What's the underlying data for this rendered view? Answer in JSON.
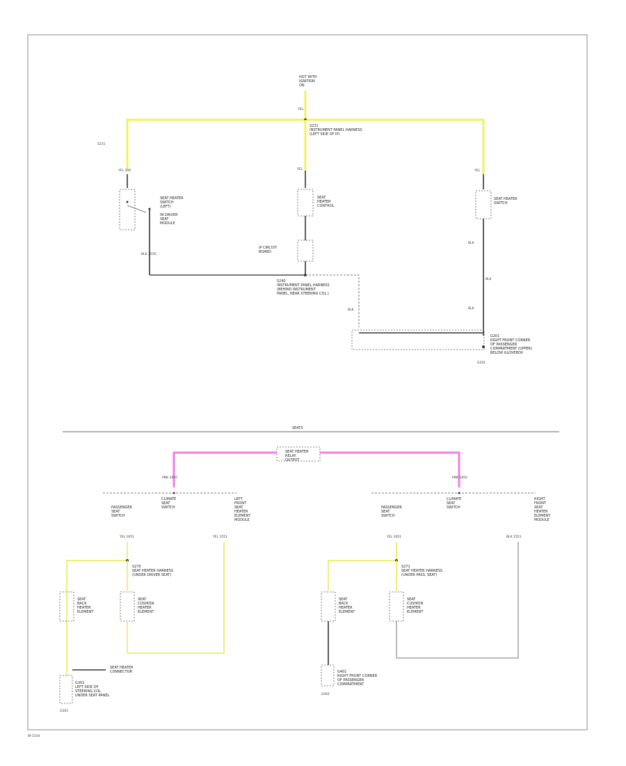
{
  "diagram": {
    "hot_source_label": "HOT WITH\nIGNITION\nON",
    "top_splice_label": "S231\nINSTRUMENT PANEL HARNESS\n(LEFT SIDE OF IP)",
    "left_switch_label": "SEAT HEATER\nSWITCH\n(LEFT)",
    "left_switch_desc": "IN DRIVER\nSEAT\nMODULE",
    "center_switch_label": "SEAT\nHEATER\nCONTROL",
    "center_module_label": "IP CIRCUIT\nBOARD",
    "right_switch_label": "SEAT HEATER\nSWITCH",
    "ground_splice_label": "S240\nINSTRUMENT PANEL HARNESS\n(BEHIND INSTRUMENT\nPANEL, NEAR STEERING COL.)",
    "ground_label": "G201\nRIGHT FRONT CORNER\nOF PASSENGER\nCOMPARTMENT (UPPER)\nBELOW GLOVEBOX",
    "ground_code": "G201",
    "section_divider_label": "SEATS",
    "bottom_source_label": "SEAT HEATER\nRELAY\nOUTPUT",
    "lower_left_switch": "PASSENGER\nSEAT\nSWITCH",
    "lower_left_control": "CLIMATE\nSEAT\nSWITCH",
    "lower_left_desc": "LEFT\nFRONT\nSEAT\nHEATER\nELEMENT\nMODULE",
    "lower_left_splice": "S270\nSEAT HEATER HARNESS\n(UNDER DRIVER SEAT)",
    "lower_left_heater_back": "SEAT\nBACK\nHEATER\nELEMENT",
    "lower_left_heater_cushion": "SEAT\nCUSHION\nHEATER\nELEMENT",
    "lower_left_ground": "G302\nLEFT SIDE OF\nSTEERING COL.\nUNDER SEAT PANEL",
    "lower_left_ground_code": "G302",
    "lower_left_connector": "SEAT HEATER\nCONNECTOR",
    "lower_right_switch": "PASSENGER\nSEAT\nSWITCH",
    "lower_right_control": "CLIMATE\nSEAT\nSWITCH",
    "lower_right_desc": "RIGHT\nFRONT\nSEAT\nHEATER\nELEMENT\nMODULE",
    "lower_right_splice": "S271\nSEAT HEATER HARNESS\n(UNDER PASS. SEAT)",
    "lower_right_heater_back": "SEAT\nBACK\nHEATER\nELEMENT",
    "lower_right_heater_cushion": "SEAT\nCUSHION\nHEATER\nELEMENT",
    "lower_right_ground": "G401\nRIGHT FRONT CORNER\nOF PASSENGER\nCOMPARTMENT",
    "lower_right_ground_code": "G401",
    "page_code": "W-1234",
    "wire_labels": {
      "top_feed": "YEL",
      "left_feed": "YEL 300",
      "center_feed": "YEL",
      "right_feed": "YEL",
      "left_ret": "BLK 1550",
      "right_ret": "BLK",
      "gnd_mid": "BLK",
      "pink_left": "PNK 1650",
      "pink_right": "PNK 1650",
      "ll_a": "YEL 1651",
      "ll_b": "YEL 1551",
      "lr_a": "YEL 1651",
      "lr_b": "BLK 1551"
    }
  }
}
